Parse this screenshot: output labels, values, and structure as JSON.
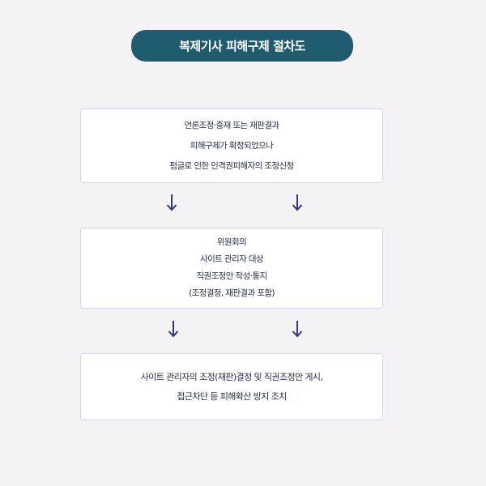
{
  "title": "복제기사 피해구제 절차도",
  "steps": [
    {
      "lines": [
        "언론조정·중재 또는 재판결과",
        "피해구제가 확정되었으나",
        "펌글로 인한 인격권피해자의 조정신청"
      ]
    },
    {
      "lines": [
        "위원회의",
        "사이트 관리자 대상",
        "직권조정안 작성·통지",
        "(조정결정, 재판결과 포함)"
      ]
    },
    {
      "lines": [
        "사이트 관리자의 조정(재판)결정 및 직권조정안 게시,",
        "접근차단 등 피해확산 방지 조치"
      ]
    }
  ],
  "colors": {
    "background": "#f4f2f5",
    "title_fill": "#1f5a6e",
    "box_border": "#cfd3ec",
    "arrow": "#2e3584",
    "text": "#1f2a44"
  },
  "icons": {
    "arrow": "down-arrow-icon"
  }
}
